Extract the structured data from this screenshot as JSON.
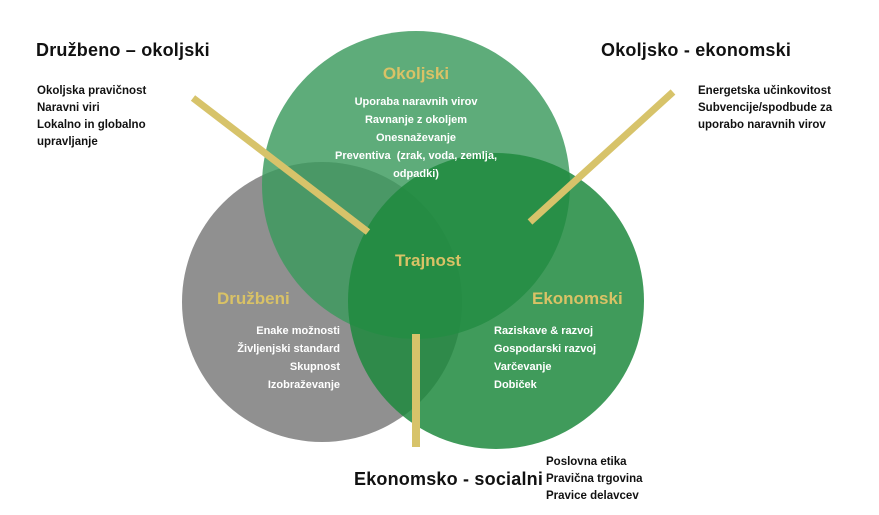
{
  "colors": {
    "environmental": "#3b9a5d",
    "social": "#8a8a8a",
    "economic": "#1f8a3e",
    "gold": "#d9c266",
    "connector": "#d7c36a"
  },
  "center": {
    "title": "Trajnost"
  },
  "environmental": {
    "title": "Okoljski",
    "items": [
      "Uporaba naravnih virov",
      "Ravnanje z okoljem",
      "Onesnaževanje",
      "Preventiva  (zrak, voda, zemlja,",
      "odpadki)"
    ]
  },
  "social": {
    "title": "Družbeni",
    "items": [
      "Enake možnosti",
      "Življenjski standard",
      "Skupnost",
      "Izobraževanje"
    ]
  },
  "economic": {
    "title": "Ekonomski",
    "items": [
      "Raziskave & razvoj",
      "Gospodarski razvoj",
      "Varčevanje",
      "Dobiček"
    ]
  },
  "social_environmental": {
    "title": "Družbeno – okoljski",
    "items": [
      "Okoljska pravičnost",
      "Naravni viri",
      "Lokalno in globalno",
      "upravljanje"
    ]
  },
  "environmental_economic": {
    "title": "Okoljsko - ekonomski",
    "items": [
      "Energetska učinkovitost",
      "Subvencije/spodbude za",
      "uporabo naravnih virov"
    ]
  },
  "economic_social": {
    "title": "Ekonomsko - socialni",
    "items": [
      "Poslovna etika",
      "Pravična trgovina",
      "Pravice delavcev"
    ]
  }
}
